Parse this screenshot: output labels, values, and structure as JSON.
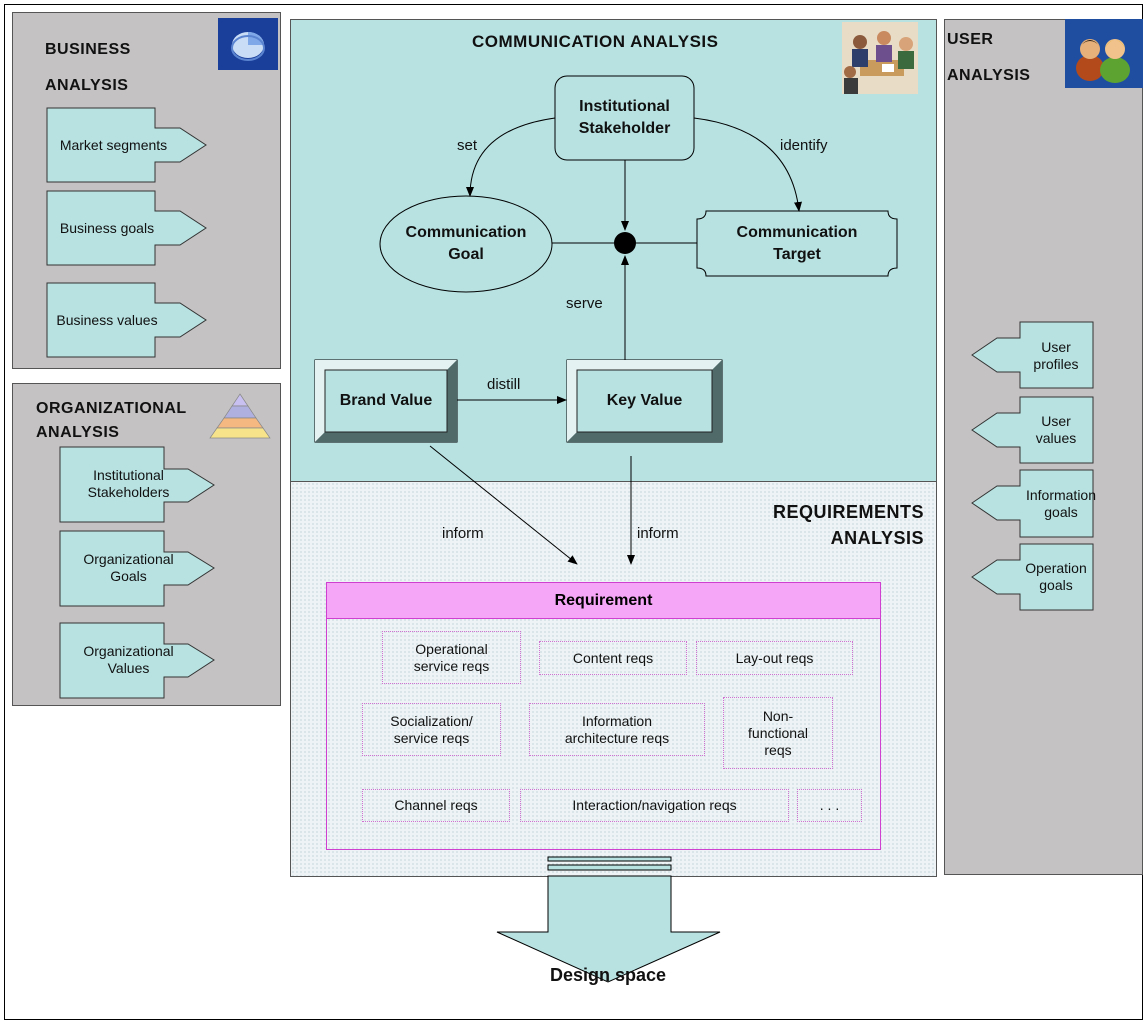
{
  "business": {
    "title": "BUSINESS ANALYSIS",
    "title_line1": "BUSINESS",
    "title_line2": "ANALYSIS",
    "items": [
      "Market segments",
      "Business goals",
      "Business values"
    ],
    "icon": "pie-chart-icon"
  },
  "organizational": {
    "title_line1": "ORGANIZATIONAL",
    "title_line2": "ANALYSIS",
    "items": [
      {
        "line1": "Institutional",
        "line2": "Stakeholders"
      },
      {
        "line1": "Organizational",
        "line2": "Goals"
      },
      {
        "line1": "Organizational",
        "line2": "Values"
      }
    ],
    "icon": "pyramid-icon"
  },
  "communication": {
    "title": "COMMUNICATION ANALYSIS",
    "icon": "meeting-people-icon",
    "nodes": {
      "stakeholder": {
        "line1": "Institutional",
        "line2": "Stakeholder"
      },
      "goal": {
        "line1": "Communication",
        "line2": "Goal"
      },
      "target": {
        "line1": "Communication",
        "line2": "Target"
      },
      "brand": "Brand Value",
      "key": "Key Value"
    },
    "edges": {
      "set": "set",
      "identify": "identify",
      "serve": "serve",
      "distill": "distill"
    }
  },
  "requirements": {
    "title_line1": "REQUIREMENTS",
    "title_line2": "ANALYSIS",
    "inform_left": "inform",
    "inform_right": "inform",
    "header": "Requirement",
    "items": {
      "operational": {
        "line1": "Operational",
        "line2": "service reqs"
      },
      "content": "Content reqs",
      "layout": "Lay-out reqs",
      "socialization": {
        "line1": "Socialization/",
        "line2": "service reqs"
      },
      "information": {
        "line1": "Information",
        "line2": "architecture reqs"
      },
      "nonfunctional": {
        "line1": "Non-",
        "line2": "functional",
        "line3": "reqs"
      },
      "channel": "Channel reqs",
      "interaction": "Interaction/navigation reqs",
      "more": ". . ."
    }
  },
  "user": {
    "title_line1": "USER",
    "title_line2": "ANALYSIS",
    "icon": "users-icon",
    "items": [
      {
        "line1": "User",
        "line2": "profiles"
      },
      {
        "line1": "User",
        "line2": "values"
      },
      {
        "line1": "Information",
        "line2": "goals"
      },
      {
        "line1": "Operation",
        "line2": "goals"
      }
    ]
  },
  "output": {
    "label": "Design space"
  },
  "colors": {
    "gray_panel": "#c4c2c2",
    "comm_panel": "#b8e2e2",
    "arrow_fill": "#b8e2e2",
    "req_header": "#f6a6f6",
    "req_border": "#d040d0"
  }
}
